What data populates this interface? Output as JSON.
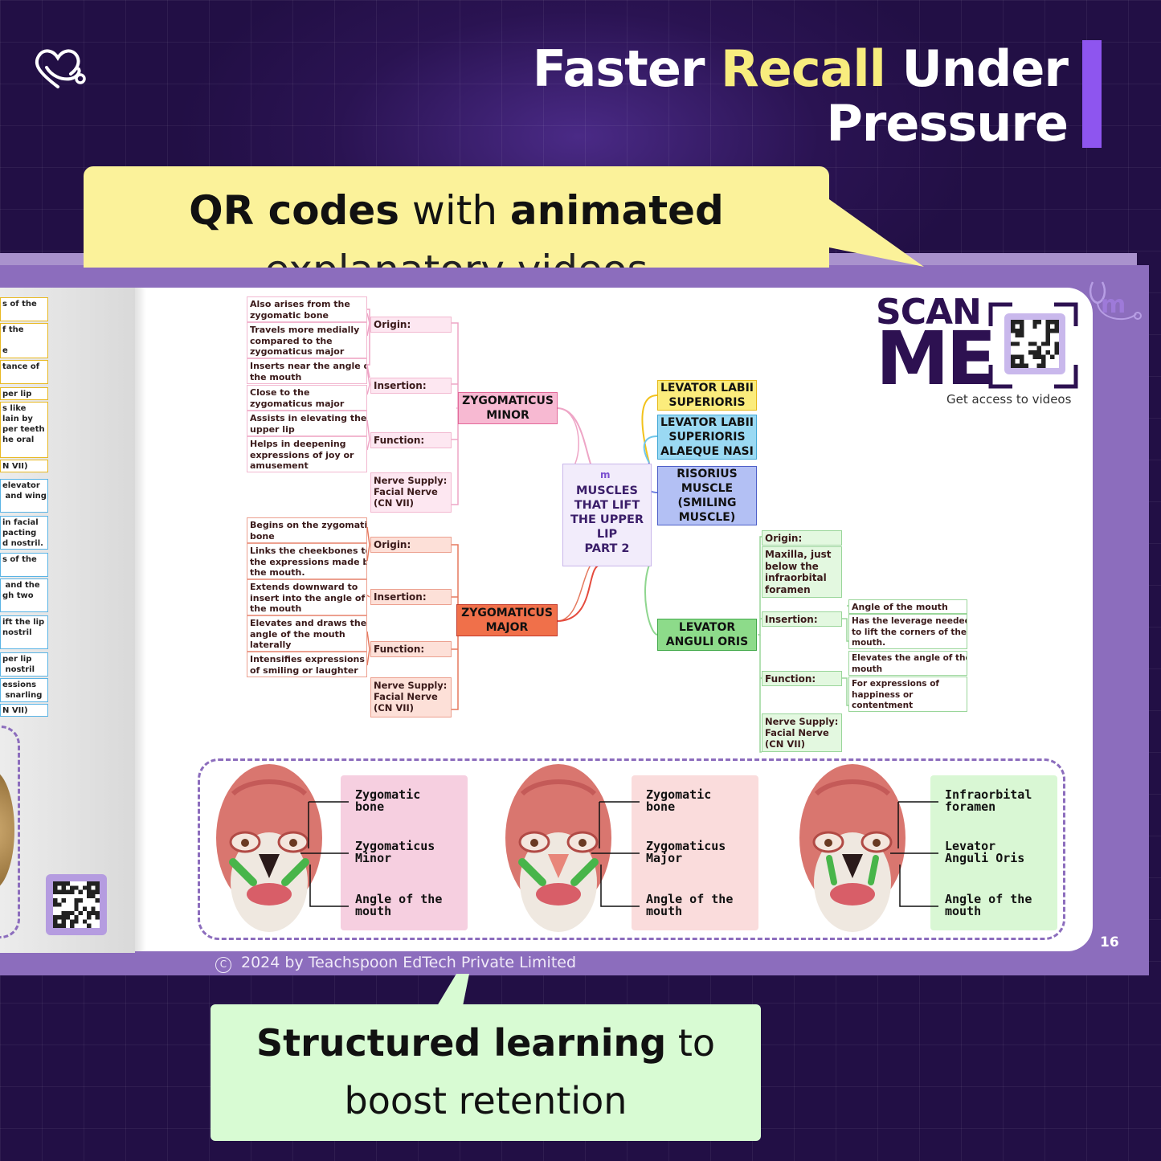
{
  "headline": {
    "part1": "Faster ",
    "highlight": "Recall",
    "part2": " Under",
    "line2": "Pressure"
  },
  "top_callout": {
    "bold1": "QR codes",
    "mid": " with ",
    "bold2": "animated",
    "line2": "explanatory videos"
  },
  "bottom_callout": {
    "bold": "Structured learning",
    "rest": " to",
    "line2": "boost retention"
  },
  "footer": {
    "copyright_symbol": "C",
    "text": "2024 by Teachspoon EdTech Private Limited"
  },
  "page_number": "16",
  "scan": {
    "title1": "SCAN",
    "title2": "ME",
    "subtitle": "Get access to videos"
  },
  "left_page_fragments": [
    {
      "text": "s of the",
      "color": "#e8b923"
    },
    {
      "text": "f the\n\ne",
      "color": "#e8b923"
    },
    {
      "text": "tance of",
      "color": "#e8b923"
    },
    {
      "text": "per lip",
      "color": "#e8b923"
    },
    {
      "text": "s like\nlain by\nper teeth\nhe oral",
      "color": "#e8b923"
    },
    {
      "text": "N VII)",
      "color": "#e8b923"
    },
    {
      "text": "elevator\n and wing",
      "color": "#5ab4e5"
    },
    {
      "text": "in facial\npacting\nd nostril.",
      "color": "#5ab4e5"
    },
    {
      "text": "s of the",
      "color": "#5ab4e5"
    },
    {
      "text": " and the\ngh two",
      "color": "#5ab4e5"
    },
    {
      "text": "ift the lip\nnostril",
      "color": "#5ab4e5"
    },
    {
      "text": "per lip\n nostril",
      "color": "#5ab4e5"
    },
    {
      "text": "essions\n snarling",
      "color": "#5ab4e5"
    },
    {
      "text": "N VII)",
      "color": "#5ab4e5"
    }
  ],
  "mindmap": {
    "center": "MUSCLES\nTHAT LIFT\nTHE UPPER\nLIP\nPART 2",
    "zygomaticus_minor": {
      "title": "ZYGOMATICUS\nMINOR",
      "labels": [
        "Origin:",
        "Insertion:",
        "Function:",
        "Nerve Supply:\nFacial Nerve\n(CN VII)"
      ],
      "details": [
        "Also arises from the\nzygomatic bone",
        "Travels more medially\ncompared to the\nzygomaticus major",
        "Inserts near the angle of\nthe mouth",
        "Close to the\nzygomaticus major",
        "Assists in elevating the\nupper lip",
        "Helps in deepening\nexpressions of joy or\namusement"
      ]
    },
    "zygomaticus_major": {
      "title": "ZYGOMATICUS\nMAJOR",
      "labels": [
        "Origin:",
        "Insertion:",
        "Function:",
        "Nerve Supply:\nFacial Nerve\n(CN VII)"
      ],
      "details": [
        "Begins on the zygomatic\nbone",
        "Links the cheekbones to\nthe expressions made by\nthe mouth.",
        "Extends downward to\ninsert into the angle of\nthe mouth",
        "Elevates and draws the\nangle of the mouth\nlaterally",
        "Intensifies expressions\nof smiling or laughter"
      ]
    },
    "right_nodes": [
      "LEVATOR LABII\nSUPERIORIS",
      "LEVATOR LABII\nSUPERIORIS\nALAEQUE NASI",
      "RISORIUS\nMUSCLE\n(SMILING\nMUSCLE)",
      "LEVATOR\nANGULI ORIS"
    ],
    "levator_anguli_oris": {
      "labels": [
        "Origin:",
        "Insertion:",
        "Function:",
        "Nerve Supply:\nFacial Nerve\n(CN VII)"
      ],
      "origin_detail": "Maxilla, just\nbelow the\ninfraorbital\nforamen",
      "details": [
        "Angle of the mouth",
        "Has the leverage needed\nto lift the corners of the\nmouth.",
        "Elevates the angle of the\nmouth",
        "For expressions of\nhappiness or\ncontentment"
      ]
    }
  },
  "anatomy_cards": [
    {
      "labels": [
        "Zygomatic\nbone",
        "Zygomaticus\nMinor",
        "Angle of the\nmouth"
      ],
      "color": "#f6cfe0"
    },
    {
      "labels": [
        "Zygomatic\nbone",
        "Zygomaticus\nMajor",
        "Angle of the\nmouth"
      ],
      "color": "#fadcdc"
    },
    {
      "labels": [
        "Infraorbital\nforamen",
        "Levator\nAnguli Oris",
        "Angle of the\nmouth"
      ],
      "color": "#d9f7d4"
    }
  ],
  "colors": {
    "accent_purple": "#8e55ef",
    "highlight_yellow": "#f8ec7e",
    "background": "#230f47",
    "book": "#8c6dbd",
    "zyg_minor": "#e36a9a",
    "zyg_major": "#e54b3d",
    "lao": "#5cc466"
  }
}
